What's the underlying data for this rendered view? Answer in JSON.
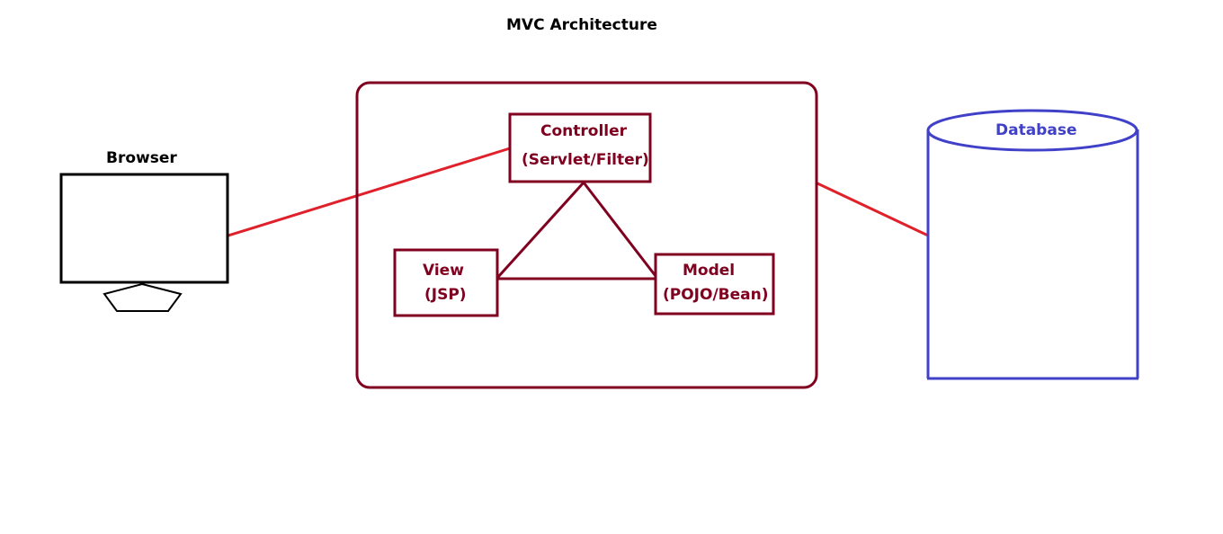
{
  "title": "MVC Architecture",
  "browser": {
    "label": "Browser"
  },
  "mvc": {
    "controller": {
      "label": "Controller",
      "sublabel": "(Servlet/Filter)"
    },
    "view": {
      "label": "View",
      "sublabel": "(JSP)"
    },
    "model": {
      "label": "Model",
      "sublabel": "(POJO/Bean)"
    }
  },
  "database": {
    "label": "Database"
  },
  "colors": {
    "mvc": "#800020",
    "connector": "#e0202a",
    "database": "#4040c8",
    "browser": "#000000"
  }
}
